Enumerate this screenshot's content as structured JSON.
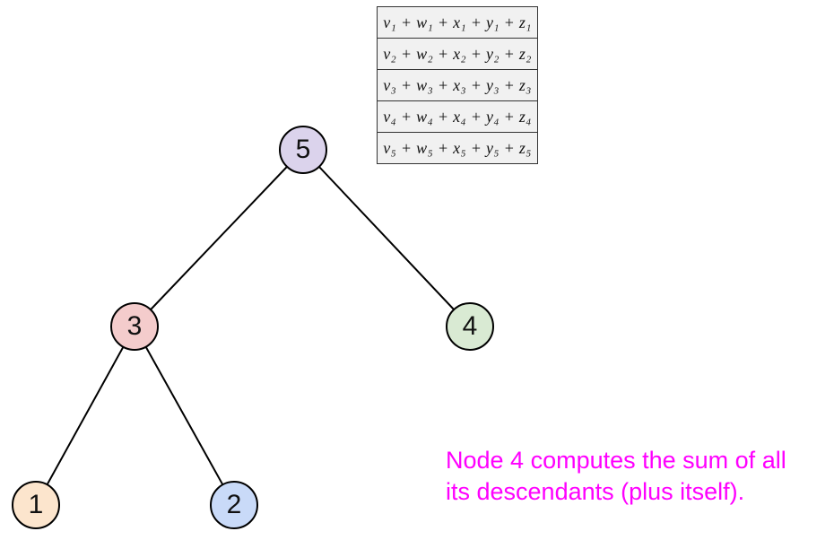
{
  "colors": {
    "node_5": "#dbd3ec",
    "node_3": "#f4cccc",
    "node_4": "#d9ead3",
    "node_1": "#fce5cd",
    "node_2": "#c9daf8",
    "annotation": "#ff00ff",
    "table_cell": "#f1f1f1"
  },
  "nodes": {
    "n5": "5",
    "n3": "3",
    "n4": "4",
    "n1": "1",
    "n2": "2"
  },
  "edges": [
    [
      "5",
      "3"
    ],
    [
      "5",
      "4"
    ],
    [
      "3",
      "1"
    ],
    [
      "3",
      "2"
    ]
  ],
  "table": {
    "rows": [
      "v₁ + w₁ + x₁ + y₁ + z₁",
      "v₂ + w₂ + x₂ + y₂ + z₂",
      "v₃ + w₃ + x₃ + y₃ + z₃",
      "v₄ + w₄ + x₄ + y₄ + z₄",
      "v₅ + w₅ + x₅ + y₅ + z₅"
    ]
  },
  "annotation": {
    "line1": "Node 4 computes the sum of all",
    "line2": "its descendants (plus itself)."
  }
}
